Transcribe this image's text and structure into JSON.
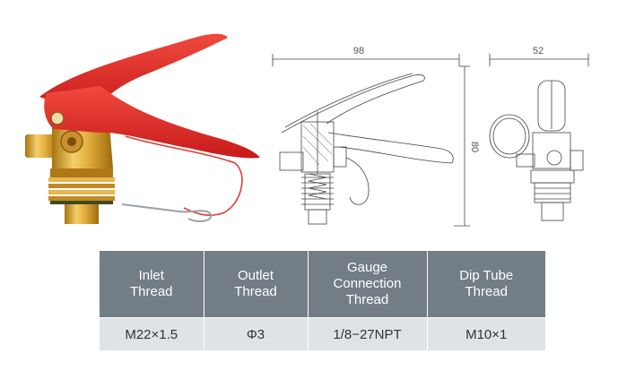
{
  "dimensions": {
    "side_width": "98",
    "side_height": "80",
    "front_width": "52"
  },
  "spec_table": {
    "headers": [
      "Inlet\nThread",
      "Outlet\nThread",
      "Gauge\nConnection\nThread",
      "Dip Tube\nThread"
    ],
    "values": [
      "M22×1.5",
      "Φ3",
      "1/8−27NPT",
      "M10×1"
    ]
  },
  "colors": {
    "handle_red": "#e3242b",
    "brass": "#d9a53a",
    "header_bg": "#737d86",
    "value_bg": "#dfe3e6"
  }
}
